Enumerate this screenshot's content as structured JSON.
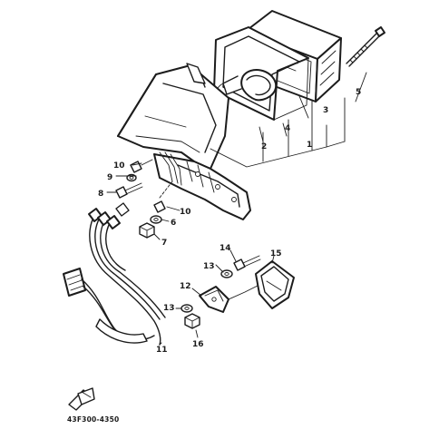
{
  "callouts": {
    "c1": "1",
    "c2": "2",
    "c3": "3",
    "c4": "4",
    "c5": "5",
    "c6": "6",
    "c7": "7",
    "c8": "8",
    "c9": "9",
    "c10a": "10",
    "c10b": "10",
    "c11": "11",
    "c12": "12",
    "c13a": "13",
    "c13b": "13",
    "c14": "14",
    "c15": "15",
    "c16": "16"
  },
  "diagram_code": "43F300-4350",
  "colors": {
    "ink": "#1c1c1c",
    "paper": "#ffffff"
  }
}
